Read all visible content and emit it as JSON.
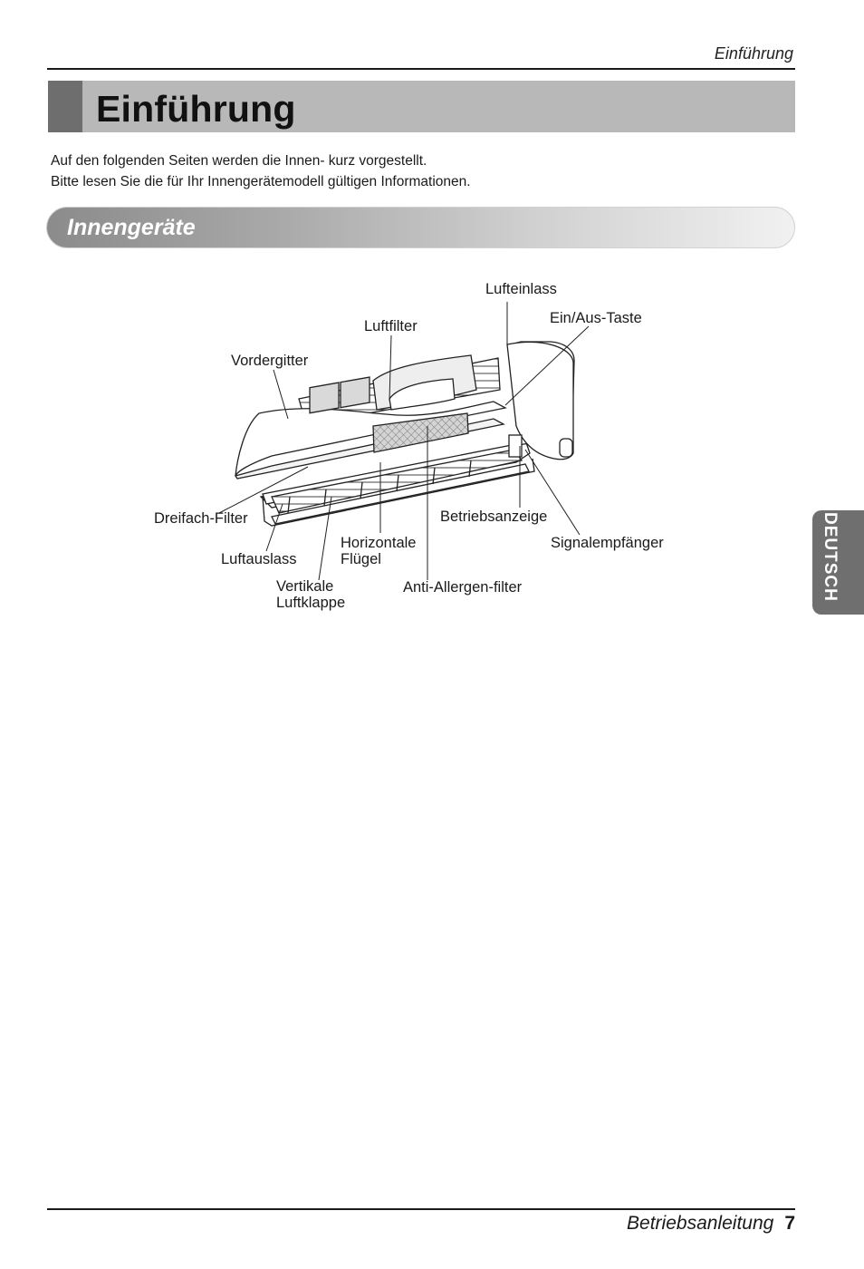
{
  "header": {
    "running_head": "Einführung"
  },
  "title": {
    "text": "Einführung"
  },
  "intro": {
    "line1": "Auf den folgenden Seiten werden die Innen- kurz vorgestellt.",
    "line2": "Bitte lesen Sie die für Ihr Innengerätemodell gültigen Informationen."
  },
  "section": {
    "title": "Innengeräte"
  },
  "diagram": {
    "labels": {
      "lufteinlass": "Lufteinlass",
      "ein_aus_taste": "Ein/Aus-Taste",
      "luftfilter": "Luftfilter",
      "vordergitter": "Vordergitter",
      "dreifach_filter": "Dreifach-Filter",
      "luftauslass": "Luftauslass",
      "horizontale_1": "Horizontale",
      "horizontale_2": "Flügel",
      "vertikale_1": "Vertikale",
      "vertikale_2": "Luftklappe",
      "anti_allergen": "Anti-Allergen-filter",
      "betriebsanzeige": "Betriebsanzeige",
      "signalempfaenger": "Signalempfänger"
    }
  },
  "side_tab": {
    "text": "DEUTSCH"
  },
  "footer": {
    "label": "Betriebsanleitung",
    "page": "7"
  }
}
